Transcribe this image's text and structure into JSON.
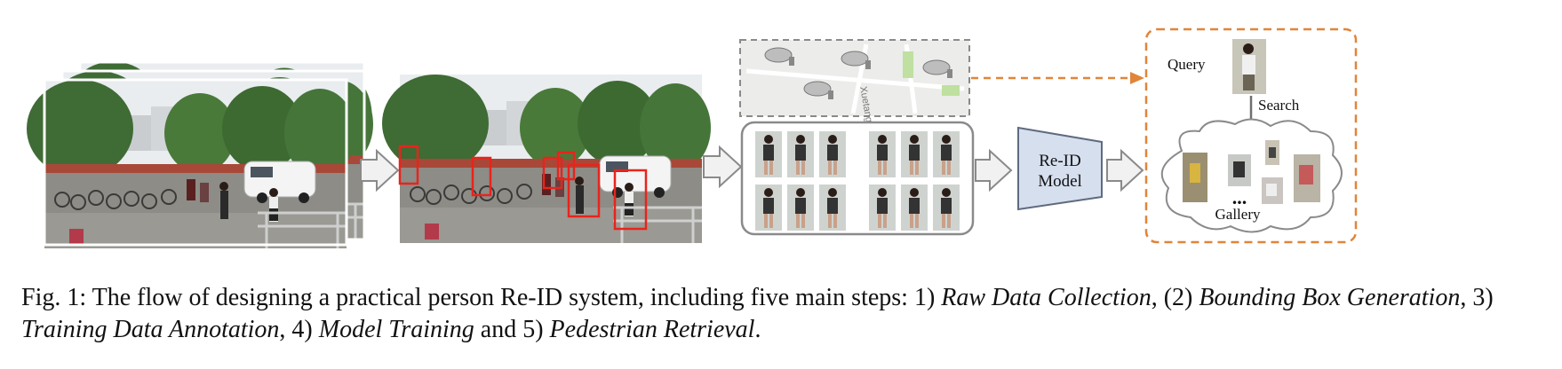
{
  "figure": {
    "model_box": {
      "line1": "Re-ID",
      "line2": "Model"
    },
    "query_label": "Query",
    "search_label": "Search",
    "gallery_label": "Gallery",
    "gallery_dots": "...",
    "map_road_label": "Xuetang Rd",
    "colors": {
      "photo_sky": "#e9edef",
      "tree": "#3f6b34",
      "ground": "#8d8c86",
      "detection_box": "#e8241c",
      "arrow_fill": "#f1f1f1",
      "panel_border": "#7f7f7f",
      "model_fill": "#d6dfee",
      "dashed_orange": "#e0853a",
      "map_bg": "#ececea"
    }
  },
  "caption": {
    "prefix": "Fig. 1: The flow of designing a practical person Re-ID system, including five main steps: 1) ",
    "step1": "Raw Data Collection",
    "sep1": ", (2) ",
    "step2": "Bounding Box Generation",
    "sep2": ", 3) ",
    "step3": "Training Data Annotation",
    "sep3": ", 4) ",
    "step4": "Model Training",
    "sep4": " and 5) ",
    "step5": "Pedestrian Retrieval",
    "suffix": "."
  }
}
